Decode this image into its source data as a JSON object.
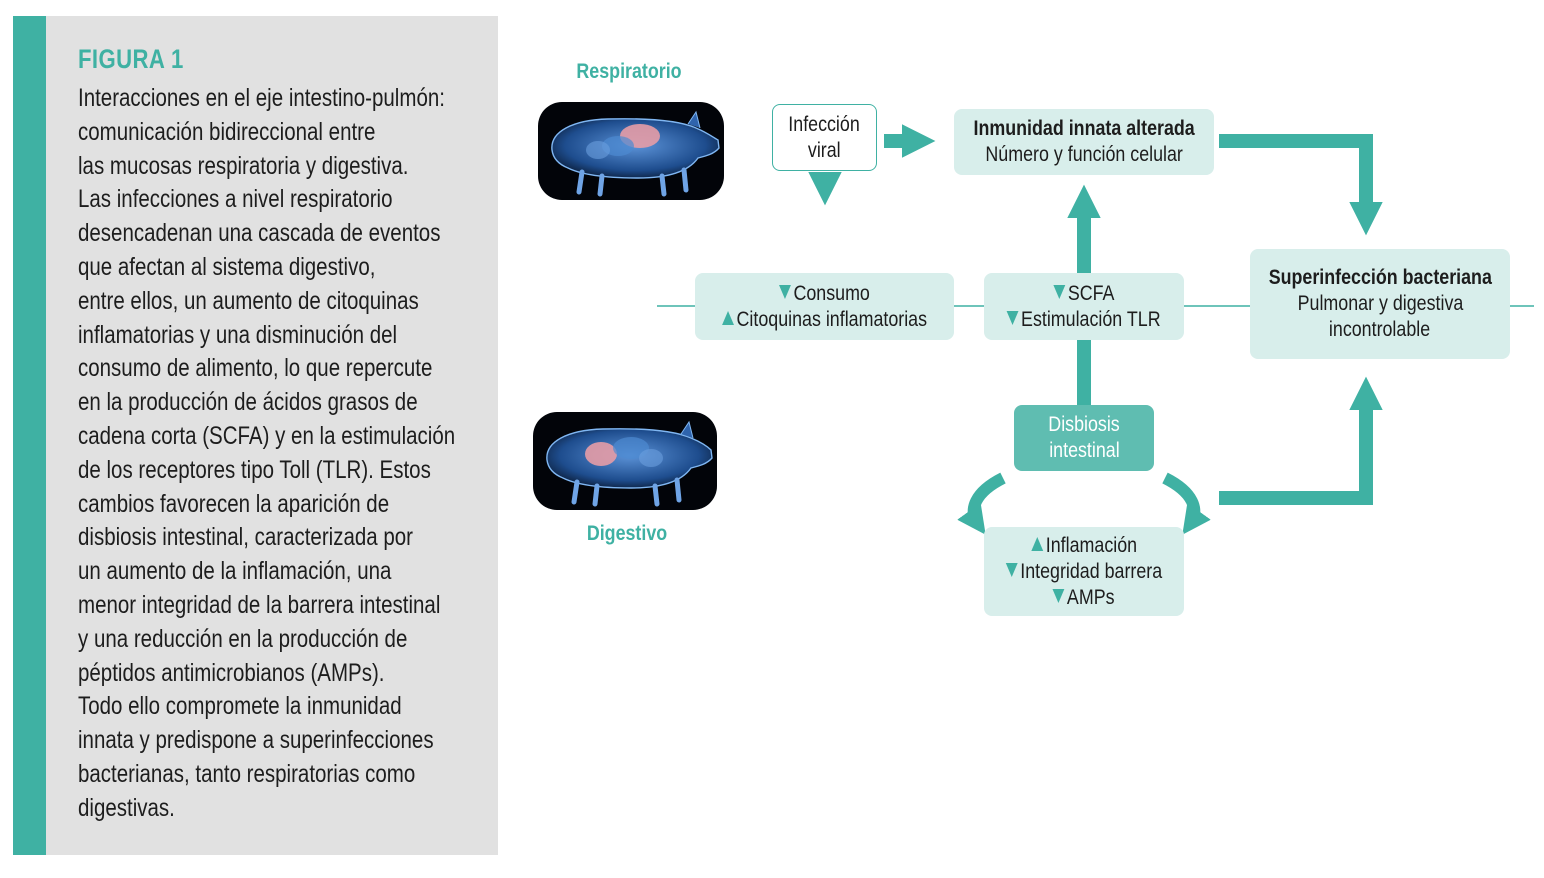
{
  "figure": {
    "label": "FIGURA 1",
    "caption_lines": [
      "Interacciones en el eje intestino-pulmón:",
      "comunicación bidireccional entre",
      "las mucosas respiratoria y digestiva.",
      "Las infecciones a nivel respiratorio",
      "desencadenan una cascada de eventos",
      "que afectan al sistema digestivo,",
      "entre ellos, un aumento de citoquinas",
      "inflamatorias y una disminución del",
      "consumo de alimento, lo que repercute",
      "en la producción de ácidos grasos de",
      "cadena corta (SCFA) y en la estimulación",
      "de los receptores tipo Toll (TLR). Estos",
      "cambios favorecen la aparición de",
      "disbiosis intestinal, caracterizada por",
      "un aumento de la inflamación, una",
      "menor integridad de la barrera intestinal",
      "y una reducción en la producción de",
      "péptidos antimicrobianos (AMPs).",
      "Todo ello compromete la inmunidad",
      "innata y predispone a superinfecciones",
      "bacterianas, tanto respiratorias como",
      "digestivas."
    ]
  },
  "diagram": {
    "respiratory_label": "Respiratorio",
    "digestive_label": "Digestivo",
    "viral_infection": {
      "line1": "Infección",
      "line2": "viral"
    },
    "innate_immunity": {
      "title": "Inmunidad innata alterada",
      "subtitle": "Número y función celular"
    },
    "consumption": {
      "line1": "Consumo",
      "line1_arrow": "down",
      "line2": "Citoquinas inflamatorias",
      "line2_arrow": "up"
    },
    "scfa": {
      "line1": "SCFA",
      "line1_arrow": "down",
      "line2": "Estimulación TLR",
      "line2_arrow": "down"
    },
    "superinfection": {
      "title": "Superinfección bacteriana",
      "line1": "Pulmonar y digestiva",
      "line2": "incontrolable"
    },
    "dysbiosis": {
      "line1": "Disbiosis",
      "line2": "intestinal"
    },
    "inflammation": {
      "line1": "Inflamación",
      "line1_arrow": "up",
      "line2": "Integridad barrera",
      "line2_arrow": "down",
      "line3": "AMPs",
      "line3_arrow": "down"
    }
  },
  "colors": {
    "accent": "#3fb1a3",
    "box_light": "#d8eeeb",
    "box_dark": "#5fbdb1",
    "panel_gray": "#e1e1e1",
    "text": "#1d1d1d"
  }
}
